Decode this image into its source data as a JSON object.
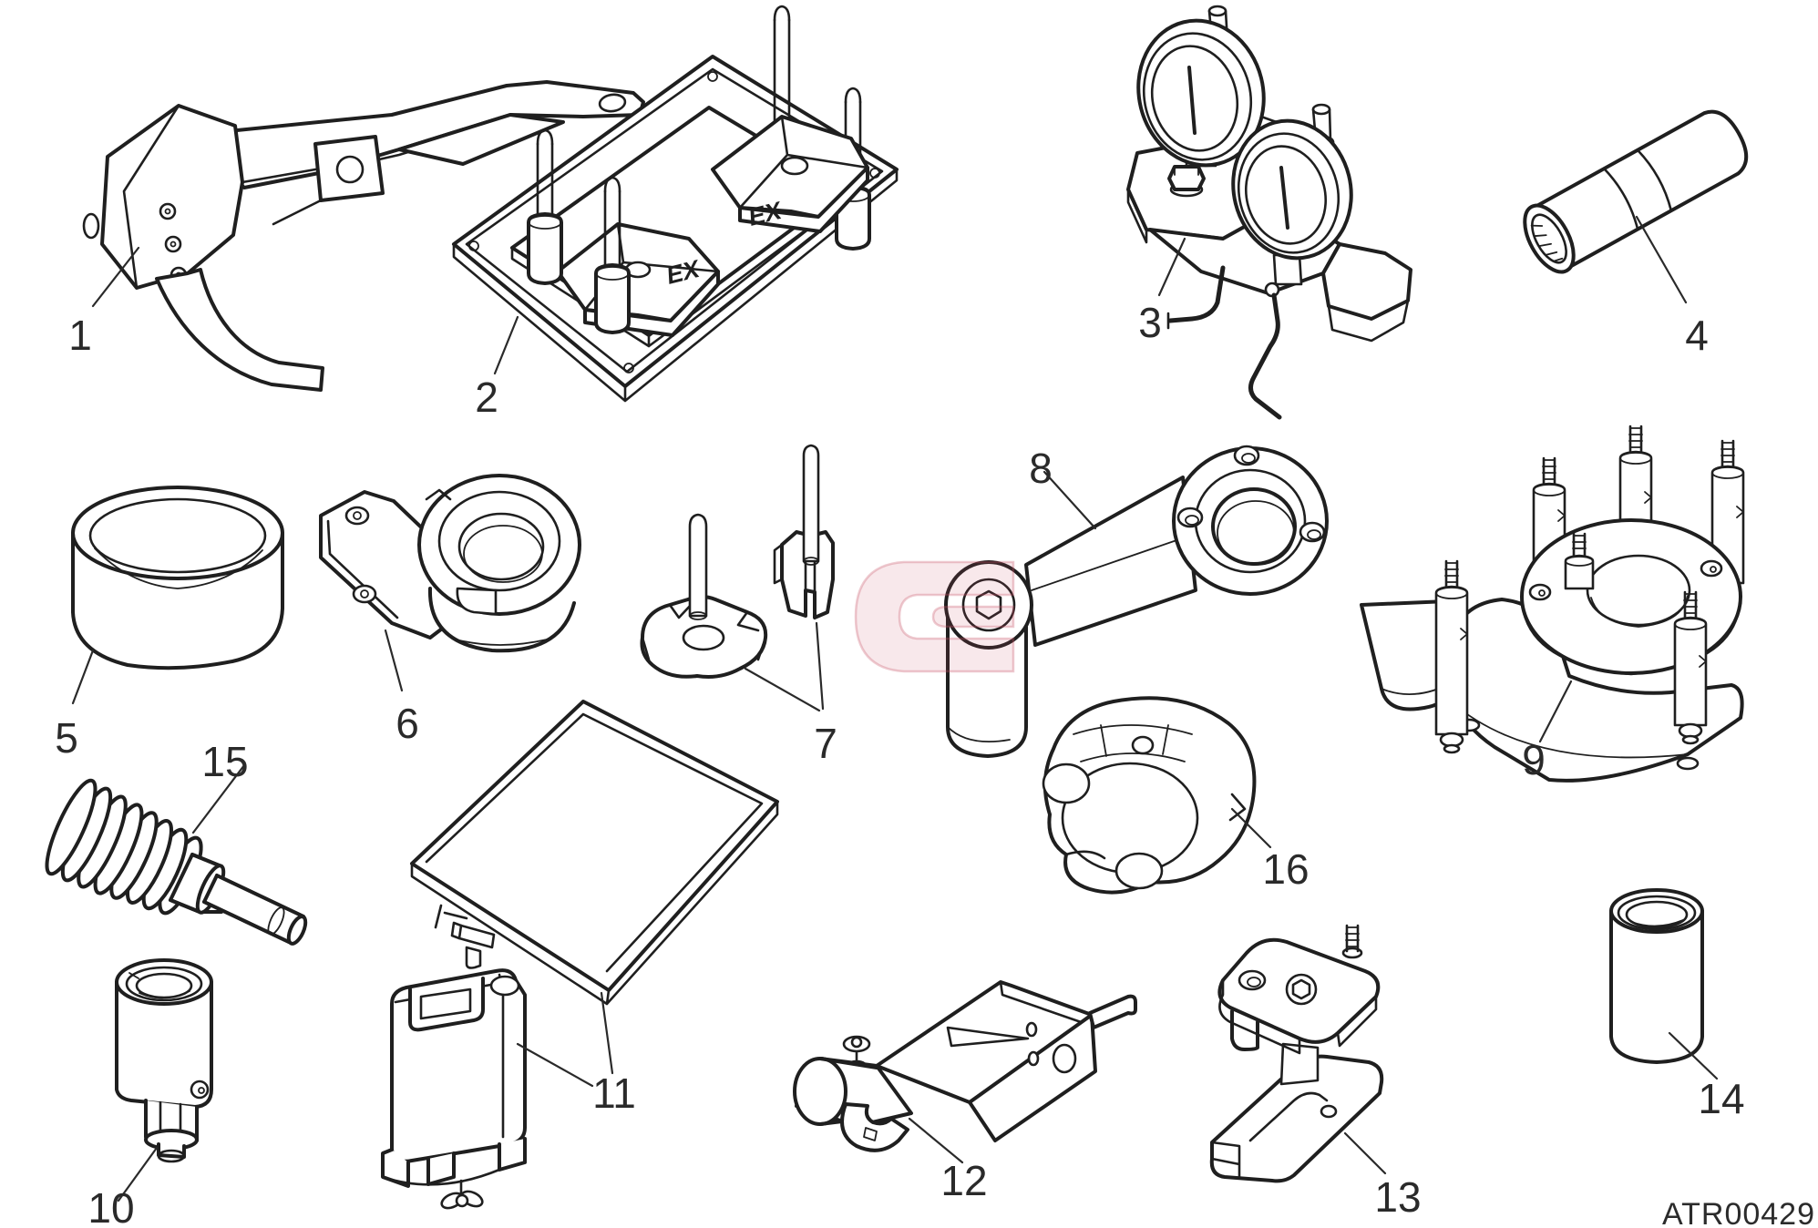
{
  "page": {
    "background": "#ffffff",
    "line_color": "#1f1f1f",
    "drawing_code": "ATR00429",
    "watermark": {
      "name": "manufacturer-g-logo-watermark",
      "color": "#c85064"
    }
  },
  "parts": [
    {
      "label": "1",
      "name": "clamp-lever-tool"
    },
    {
      "label": "2",
      "name": "camshaft-holding-tray",
      "markings": [
        "EX",
        "EX"
      ]
    },
    {
      "label": "3",
      "name": "twin-dial-gauge-fixture"
    },
    {
      "label": "4",
      "name": "socket-sleeve-wrench"
    },
    {
      "label": "5",
      "name": "bearing-cup-tool"
    },
    {
      "label": "6",
      "name": "tensioner-bracket-tool"
    },
    {
      "label": "7",
      "name": "pin-driver-tools"
    },
    {
      "label": "8",
      "name": "crankshaft-holding-wrench"
    },
    {
      "label": "9",
      "name": "flange-plate-with-studs"
    },
    {
      "label": "10",
      "name": "threaded-bushing-adapter"
    },
    {
      "label": "11",
      "name": "drip-tray-and-canister"
    },
    {
      "label": "12",
      "name": "clamp-bracket-arm"
    },
    {
      "label": "13",
      "name": "support-stand-tool"
    },
    {
      "label": "14",
      "name": "spacer-sleeve"
    },
    {
      "label": "15",
      "name": "knurled-handle-driver"
    },
    {
      "label": "16",
      "name": "bearing-cap-clamp"
    }
  ]
}
